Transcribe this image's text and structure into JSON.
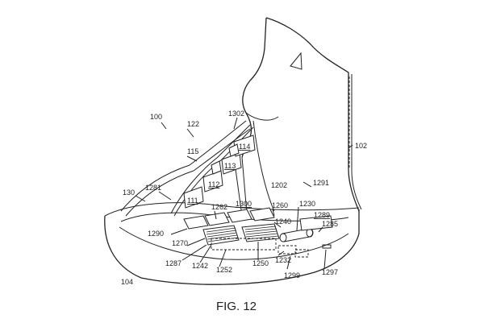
{
  "figure": {
    "caption": "FIG. 12",
    "labels": {
      "l100": "100",
      "l102": "102",
      "l104": "104",
      "l111": "111",
      "l112": "112",
      "l113": "113",
      "l114": "114",
      "l115": "115",
      "l122": "122",
      "l130": "130",
      "l1202": "1202",
      "l1230": "1230",
      "l1232": "1232",
      "l1240": "1240",
      "l1242": "1242",
      "l1250": "1250",
      "l1252": "1252",
      "l1260": "1260",
      "l1262": "1262",
      "l1270": "1270",
      "l1281": "1281",
      "l1285": "1285",
      "l1287": "1287",
      "l1289": "1289",
      "l1290": "1290",
      "l1291": "1291",
      "l1297": "1297",
      "l1299": "1299",
      "l1300": "1300",
      "l1302": "1302"
    }
  }
}
